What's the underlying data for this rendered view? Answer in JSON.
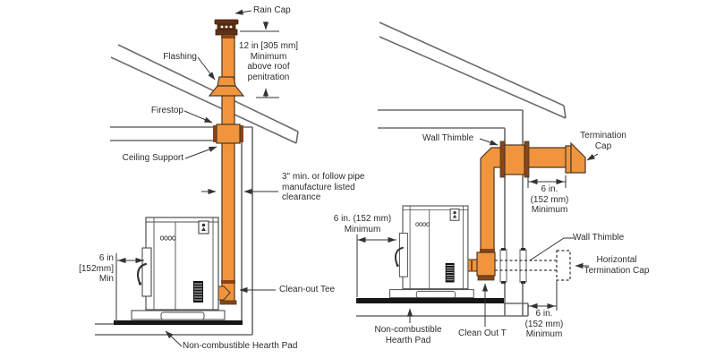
{
  "diagram": {
    "type": "stove-venting-installation",
    "views": [
      "vertical-roof-termination",
      "horizontal-wall-termination"
    ],
    "colors": {
      "pipe_orange": "#F0953D",
      "pipe_joint_brown": "#8a4516",
      "rain_cap_brown": "#5f3116",
      "structure_gray": "#6b6b6b",
      "stove_line_gray": "#4d4d4d",
      "annotation_black": "#333333",
      "hearth_pad_black": "#161616",
      "background": "#ffffff"
    },
    "left_view": {
      "rain_cap_label": "Rain Cap",
      "roof_clearance_note": "12 in [305 mm]\nMinimum\nabove roof\npenitration",
      "flashing_label": "Flashing",
      "firestop_label": "Firestop",
      "ceiling_support_label": "Ceiling Support",
      "pipe_clearance_note": "3\" min. or follow pipe\nmanufacture listed\nclearance",
      "side_wall_clearance_note": "6 in\n[152mm]\nMin",
      "cleanout_tee_label": "Clean-out Tee",
      "hearth_pad_label": "Non-combustible Hearth Pad"
    },
    "right_view": {
      "wall_thimble_top_label": "Wall Thimble",
      "termination_cap_label": "Termination\nCap",
      "wall_clearance_note": "6 in.\n(152 mm)\nMinimum",
      "rear_wall_clearance_note": "6 in. (152 mm)\nMinimum",
      "wall_thimble_bottom_label": "Wall Thimble",
      "horizontal_termination_cap_label": "Horizontal\nTermination Cap",
      "hearth_pad_label": "Non-combustible\nHearth Pad",
      "cleanout_tee_label": "Clean Out T",
      "ground_clearance_note": "6 in.\n(152 mm)\nMinimum"
    }
  }
}
